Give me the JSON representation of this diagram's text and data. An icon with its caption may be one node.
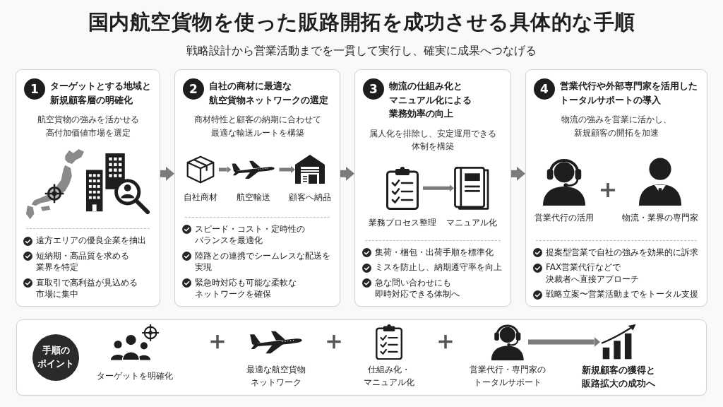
{
  "diagram": {
    "title": "国内航空貨物を使った販路開拓を成功させる具体的な手順",
    "nodes": [
      {
        "text": [
          "1",
          "ターゲットとする地域と新規顧客層の明確化",
          "航空貨物の強みを活かせる高付加価値市場を選定",
          "遠方エリアの優良企業を抽出",
          "短納期・高品質を求める業界を特定",
          "直取引で高利益が見込める市場に集中"
        ]
      },
      {
        "text": [
          "2",
          "自社の商材に最適な航空貨物ネットワークの選定",
          "商材特性と顧客の納期に合わせて最適な輸送ルートを構築",
          "スピード・コスト・定時性のバランスを最適化",
          "陸路との連携でシームレスな配送を実現",
          "緊急時対応も可能な柔軟なネットワークを確保"
        ]
      },
      {
        "text": [
          "自社商材"
        ],
        "in": 1
      },
      {
        "text": [
          "航空輸送"
        ],
        "in": 1
      },
      {
        "text": [
          "顧客へ納品"
        ],
        "in": 1
      },
      {
        "text": [
          "3",
          "物流の仕組み化とマニュアル化による業務効率の向上",
          "属人化を排除し、安定運用できる体制を構築",
          "集荷・梱包・出荷手順を標準化",
          "ミスを防止し、納期遵守率を向上",
          "急な問い合わせにも即時対応できる体制へ"
        ]
      },
      {
        "text": [
          "業務プロセス整理"
        ],
        "in": 5
      },
      {
        "text": [
          "マニュアル化"
        ],
        "in": 5
      },
      {
        "text": [
          "4",
          "営業代行や外部専門家を活用したトータルサポートの導入",
          "物流の強みを営業に活かし、新規顧客の開拓を加速",
          "提案型営業で自社の強みを効果的に訴求",
          "FAX営業代行などで決裁者へ直接アプローチ",
          "戦略立案〜営業活動までをトータル支援"
        ]
      },
      {
        "text": [
          "営業代行の活用"
        ],
        "in": 8
      },
      {
        "text": [
          "物流・業界の専門家"
        ],
        "in": 8
      },
      {
        "text": [],
        "shape": "box"
      },
      {
        "text": [
          "手順のポイント"
        ],
        "in": 11
      },
      {
        "text": [
          "ターゲットを明確化"
        ],
        "in": 11
      },
      {
        "text": [
          "最適な航空貨物ネットワーク"
        ],
        "in": 11
      },
      {
        "text": [
          "仕組み化・マニュアル化"
        ],
        "in": 11
      },
      {
        "text": [
          "営業代行・専門家のトータルサポート"
        ],
        "in": 11
      },
      {
        "text": [
          "新規顧客の獲得と販路拡大の成功へ"
        ],
        "in": 11
      }
    ],
    "edges": [
      {
        "from": 0,
        "to": 1,
        "arrow": "to"
      },
      {
        "from": 2,
        "to": 3,
        "arrow": "to"
      },
      {
        "from": 3,
        "to": 4,
        "arrow": "to"
      },
      {
        "from": 1,
        "to": 5,
        "arrow": "to"
      },
      {
        "from": 6,
        "to": 7,
        "arrow": "to"
      },
      {
        "from": 5,
        "to": 8,
        "arrow": "to"
      },
      {
        "from": 16,
        "to": 17,
        "arrow": "to"
      }
    ],
    "labels": [
      "戦略設計から営業活動までを一貫して実行し、確実に成果へつなげる"
    ]
  }
}
